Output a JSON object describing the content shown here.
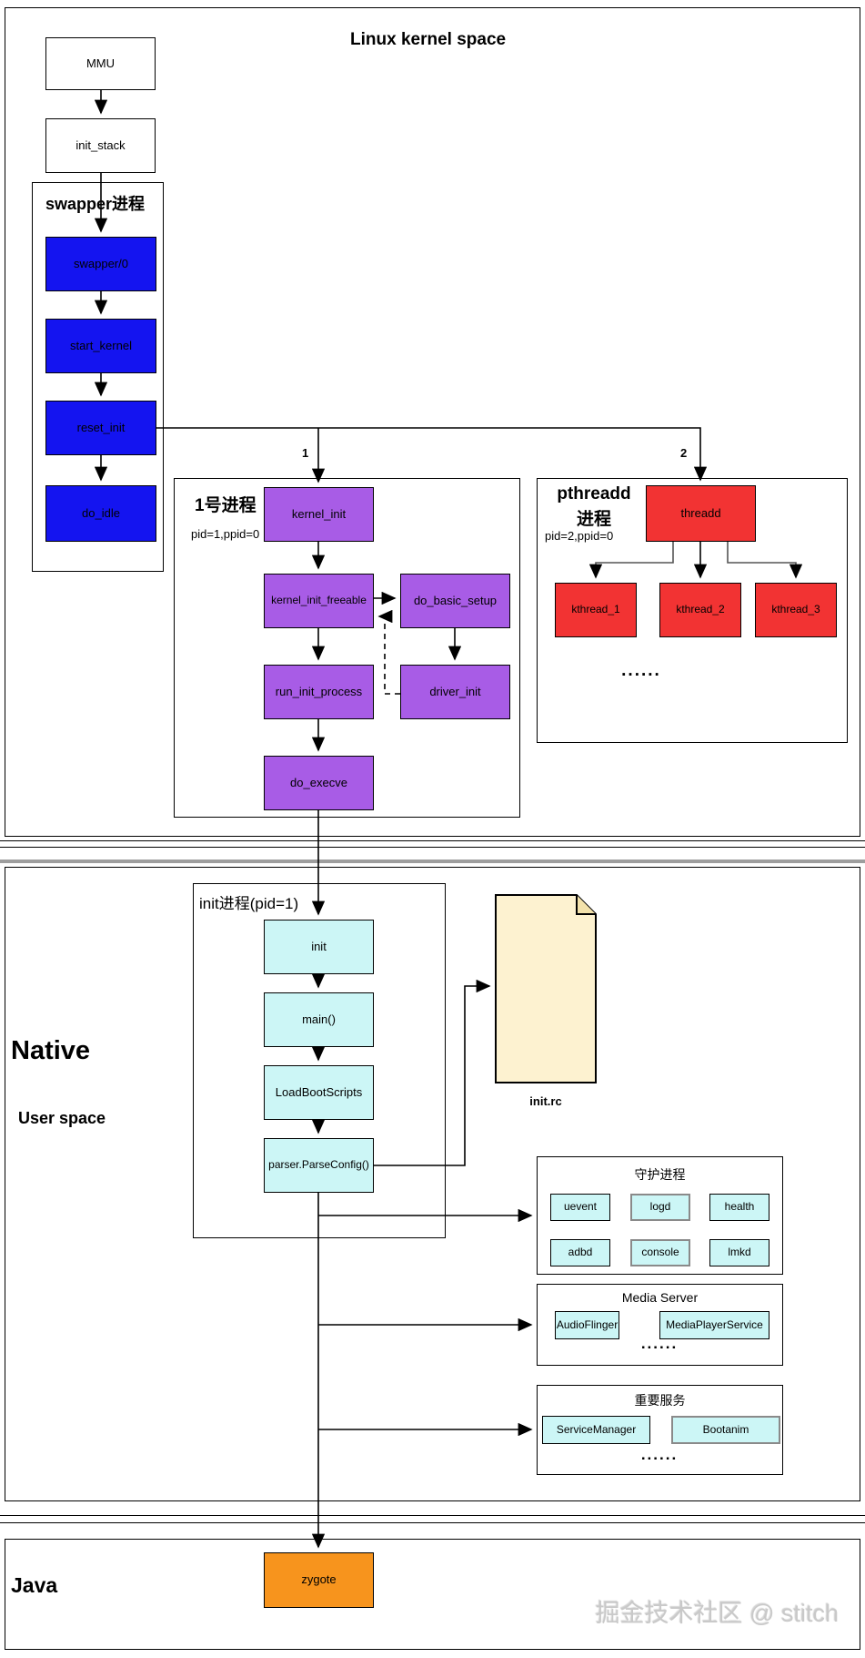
{
  "kernel_space": {
    "title": "Linux kernel space",
    "mmu": "MMU",
    "init_stack": "init_stack",
    "swapper": {
      "title": "swapper进程",
      "boxes": [
        "swapper/0",
        "start_kernel",
        "reset_init",
        "do_idle"
      ]
    },
    "proc1": {
      "title": "1号进程",
      "pid": "pid=1,ppid=0",
      "branch_label": "1",
      "kernel_init": "kernel_init",
      "kernel_init_freeable": "kernel_init_freeable",
      "do_basic_setup": "do_basic_setup",
      "run_init_process": "run_init_process",
      "driver_init": "driver_init",
      "do_execve": "do_execve"
    },
    "pthreadd": {
      "title_line1": "pthreadd",
      "title_line2": "进程",
      "pid": "pid=2,ppid=0",
      "branch_label": "2",
      "root": "threadd",
      "children": [
        "kthread_1",
        "kthread_2",
        "kthread_3"
      ],
      "dots": "......"
    }
  },
  "native_space": {
    "label": "Native",
    "sublabel": "User space",
    "init_proc": {
      "title": "init进程(pid=1)",
      "boxes": [
        "init",
        "main()",
        "LoadBootScripts",
        "parser.ParseConfig()"
      ]
    },
    "init_rc_label": "init.rc",
    "daemons": {
      "title": "守护进程",
      "row1": [
        "uevent",
        "logd",
        "health"
      ],
      "row2": [
        "adbd",
        "console",
        "lmkd"
      ]
    },
    "media": {
      "title": "Media Server",
      "items": [
        "AudioFlinger",
        "MediaPlayerService"
      ],
      "dots": "......"
    },
    "services": {
      "title": "重要服务",
      "items": [
        "ServiceManager",
        "Bootanim"
      ],
      "dots": "......"
    }
  },
  "java_space": {
    "label": "Java",
    "zygote": "zygote"
  },
  "watermark": "掘金技术社区 @ stitch",
  "colors": {
    "swapper_blue": "#1414f0",
    "proc1_purple": "#a85ce6",
    "pthreadd_red": "#f23333",
    "native_cyan": "#ccf6f6",
    "zygote_orange": "#f7941d",
    "init_rc_fill": "#fdf2d0"
  }
}
